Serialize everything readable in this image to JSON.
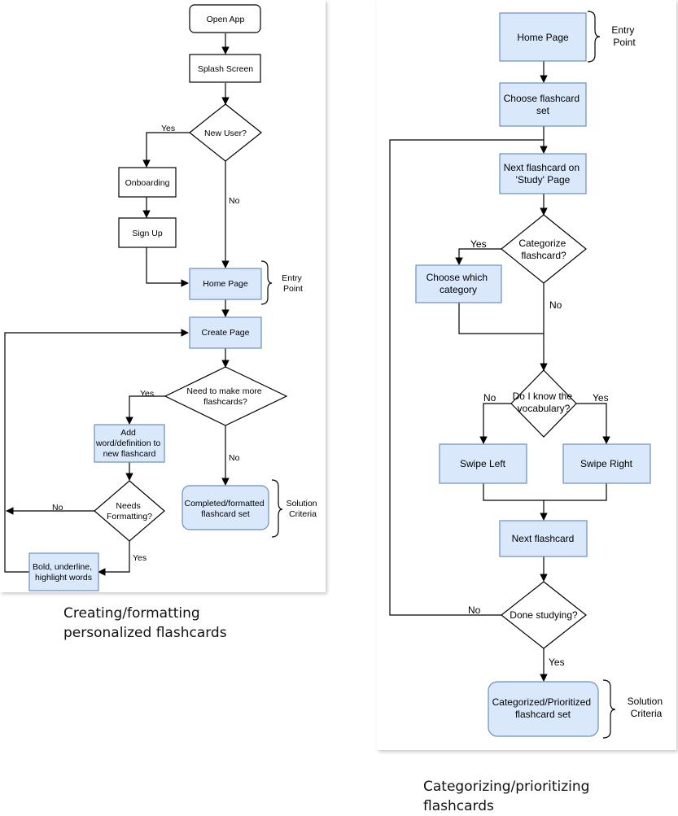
{
  "flow1": {
    "caption": [
      "Creating/formatting",
      "personalized flashcards"
    ],
    "nodes": {
      "open_app": "Open App",
      "splash": "Splash Screen",
      "new_user": "New User?",
      "onboarding": "Onboarding",
      "sign_up": "Sign Up",
      "home": "Home Page",
      "create": "Create Page",
      "need_more": [
        "Need to make more",
        "flashcards?"
      ],
      "add_word": [
        "Add",
        "word/definition to",
        "new flashcard"
      ],
      "needs_fmt": [
        "Needs",
        "Formatting?"
      ],
      "bold": [
        "Bold, underline,",
        "highlight words"
      ],
      "completed": [
        "Completed/formatted",
        "flashcard set"
      ]
    },
    "labels": {
      "yes1": "Yes",
      "no1": "No",
      "yes2": "Yes",
      "no2": "No",
      "no3": "No",
      "yes3": "Yes"
    },
    "notes": {
      "entry": [
        "Entry",
        "Point"
      ],
      "solution": [
        "Solution",
        "Criteria"
      ]
    }
  },
  "flow2": {
    "caption": [
      "Categorizing/prioritizing",
      "flashcards"
    ],
    "nodes": {
      "home": "Home Page",
      "choose_set": [
        "Choose flashcard",
        "set"
      ],
      "next_study": [
        "Next flashcard on",
        "'Study' Page"
      ],
      "categorize": [
        "Categorize",
        "flashcard?"
      ],
      "choose_cat": [
        "Choose which",
        "category"
      ],
      "know_vocab": [
        "Do I know the",
        "vocabulary?"
      ],
      "swipe_left": "Swipe Left",
      "swipe_right": "Swipe Right",
      "next": "Next flashcard",
      "done": "Done studying?",
      "categorized": [
        "Categorized/Prioritized",
        "flashcard set"
      ]
    },
    "labels": {
      "yes1": "Yes",
      "no1": "No",
      "no2": "No",
      "yes2": "Yes",
      "no3": "No",
      "yes3": "Yes"
    },
    "notes": {
      "entry": [
        "Entry",
        "Point"
      ],
      "solution": [
        "Solution",
        "Criteria"
      ]
    }
  },
  "colors": {
    "node_fill_blue": "#dae8fc",
    "node_stroke_blue": "#6c8ebf",
    "node_fill_white": "#ffffff",
    "stroke": "#000000"
  }
}
